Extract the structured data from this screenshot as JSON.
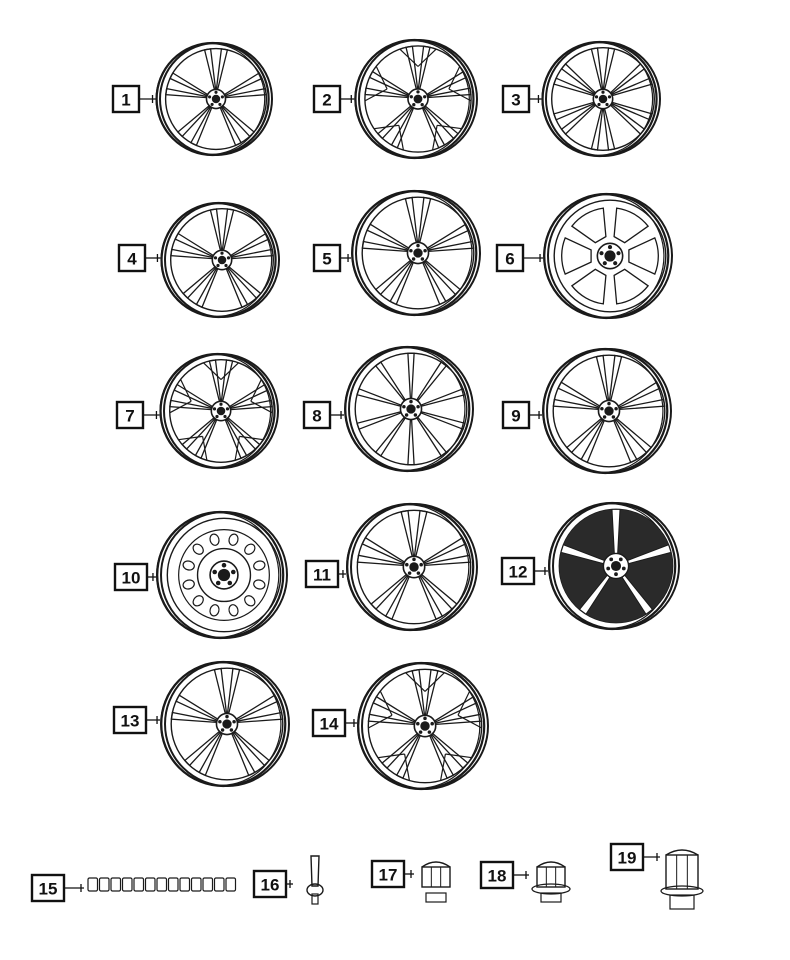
{
  "diagram": {
    "callouts": [
      {
        "label": "1",
        "part": "wheel",
        "style": "split-5"
      },
      {
        "label": "2",
        "part": "wheel",
        "style": "mesh-5"
      },
      {
        "label": "3",
        "part": "wheel",
        "style": "split-6"
      },
      {
        "label": "4",
        "part": "wheel",
        "style": "split-5"
      },
      {
        "label": "5",
        "part": "wheel",
        "style": "split-5"
      },
      {
        "label": "6",
        "part": "wheel",
        "style": "window-6"
      },
      {
        "label": "7",
        "part": "wheel",
        "style": "mesh-5"
      },
      {
        "label": "8",
        "part": "wheel",
        "style": "multi-10"
      },
      {
        "label": "9",
        "part": "wheel",
        "style": "split-5"
      },
      {
        "label": "10",
        "part": "wheel",
        "style": "steel"
      },
      {
        "label": "11",
        "part": "wheel",
        "style": "split-5"
      },
      {
        "label": "12",
        "part": "wheel",
        "style": "dark-5"
      },
      {
        "label": "13",
        "part": "wheel",
        "style": "split-5"
      },
      {
        "label": "14",
        "part": "wheel",
        "style": "y-spoke"
      },
      {
        "label": "15",
        "part": "wheel-weights"
      },
      {
        "label": "16",
        "part": "valve-stem"
      },
      {
        "label": "17",
        "part": "lug-nut-capped"
      },
      {
        "label": "18",
        "part": "lug-nut-flanged"
      },
      {
        "label": "19",
        "part": "lug-nut-tall"
      }
    ]
  }
}
